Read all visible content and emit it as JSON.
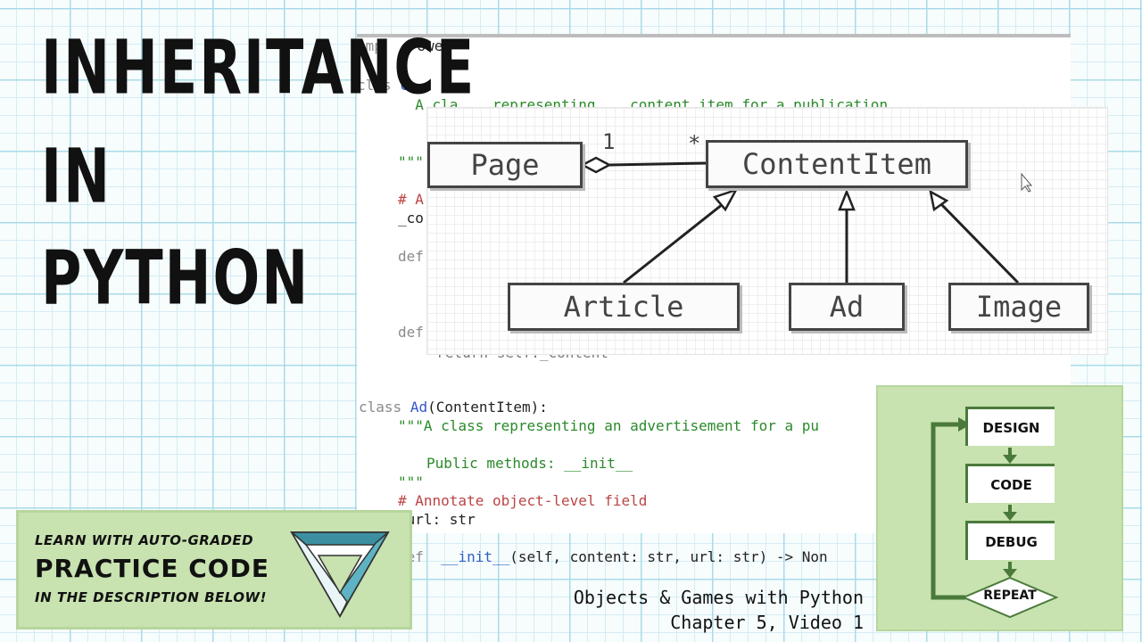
{
  "title": {
    "line1": "INHERITANCE",
    "line2": "IN",
    "line3": "PYTHON"
  },
  "code": {
    "top_fragment": "   rower",
    "class_frag": "c",
    "doc_frag": "  A cla    representing    content item for a publication",
    "triple": "\"\"\"",
    "comment_frag": "# A",
    "field_frag": "_co",
    "def1": "def",
    "def2": "def",
    "return_frag": "  return self._content",
    "class_ad_kw": "class",
    "class_ad_name": "Ad",
    "class_ad_rest": "(ContentItem):",
    "ad_doc": "\"\"\"A class representing an advertisement for a pu",
    "ad_public": "Public methods: __init__",
    "ad_doc_end": "\"\"\"",
    "ad_comment": "# Annotate object-level field",
    "ad_field": "_url: str",
    "ad_def_kw": "def",
    "ad_def_name": "__init__",
    "ad_def_rest": "(self, content: str, url: str) -> Non"
  },
  "uml": {
    "page": "Page",
    "content_item": "ContentItem",
    "article": "Article",
    "ad": "Ad",
    "image": "Image",
    "mult_one": "1",
    "mult_many": "*"
  },
  "practice": {
    "line1": "LEARN WITH AUTO-GRADED",
    "line2": "PRACTICE CODE",
    "line3": "IN THE DESCRIPTION BELOW!"
  },
  "footer": {
    "line1": "Objects & Games with Python",
    "line2": "Chapter 5, Video 1"
  },
  "workflow": {
    "step1": "DESIGN",
    "step2": "CODE",
    "step3": "DEBUG",
    "step4": "REPEAT"
  },
  "colors": {
    "green_panel": "#c8e2b0",
    "grid": "#a9dbe8",
    "arrow_green": "#4a7a3a"
  }
}
